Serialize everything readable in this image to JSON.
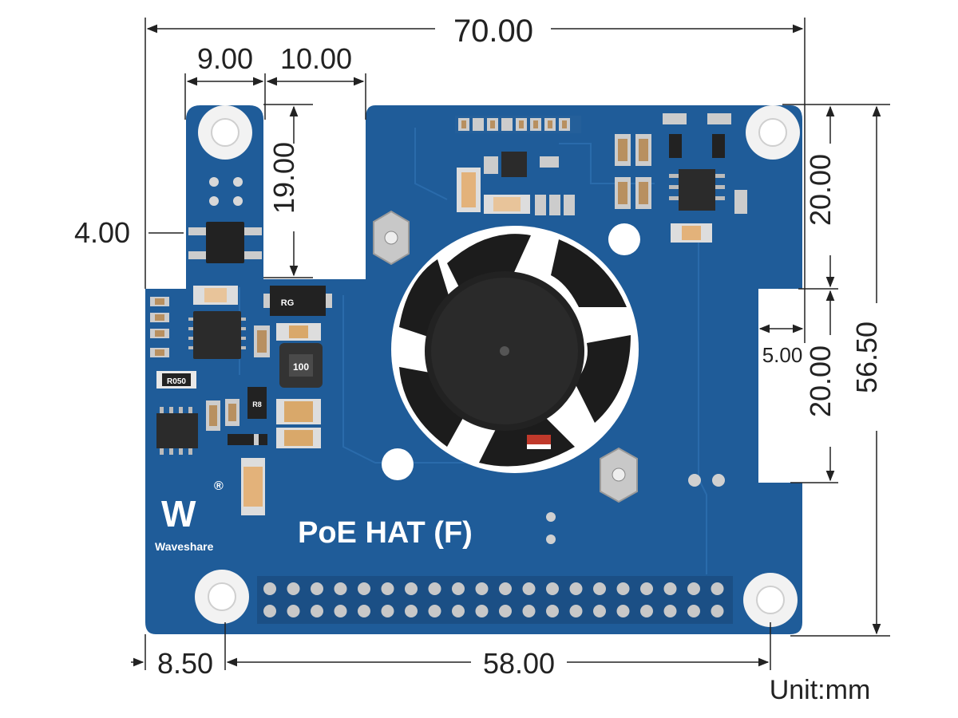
{
  "board": {
    "title": "PoE HAT (F)",
    "brand": "Waveshare",
    "registered_mark": "®",
    "logo_mark": "W",
    "components": {
      "resistor_r050": "R050",
      "inductor_100": "100",
      "chip_r8": "R8",
      "diode_rg": "RG"
    },
    "colors": {
      "pcb": "#1f5c99",
      "pcb_dark": "#184d85",
      "silk": "#ffffff",
      "header_pin": "#c8c8c8",
      "fan": "#1c1c1c"
    }
  },
  "dimensions": {
    "total_width": "70.00",
    "tab_width": "9.00",
    "tab_gap": "10.00",
    "tab_height": "19.00",
    "tab_offset": "4.00",
    "upper_hole_spacing": "20.00",
    "lower_hole_spacing": "20.00",
    "notch_depth": "5.00",
    "total_height": "56.50",
    "left_hole_offset": "8.50",
    "hole_spacing": "58.00"
  },
  "unit_label": "Unit:mm"
}
